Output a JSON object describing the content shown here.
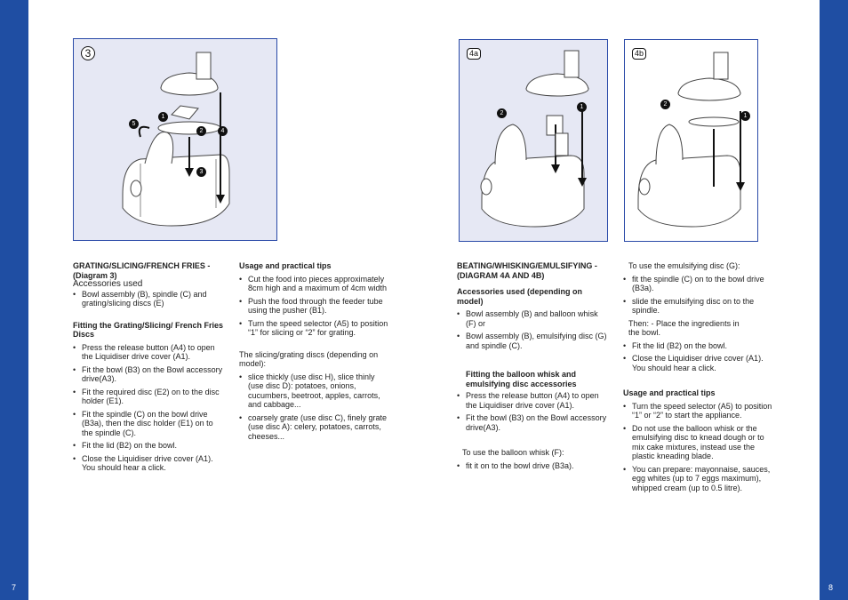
{
  "page_numbers": {
    "left": "7",
    "right": "8"
  },
  "diagrams": {
    "d3": {
      "label": "3",
      "steps": [
        "1",
        "2",
        "3",
        "4",
        "5"
      ]
    },
    "d4a": {
      "label": "4a",
      "steps": [
        "1",
        "2"
      ]
    },
    "d4b": {
      "label": "4b",
      "steps": [
        "1",
        "2"
      ]
    }
  },
  "col1": {
    "title": "GRATING/SLICING/FRENCH FRIES - (Diagram 3)",
    "acc_label": "Accessories used",
    "acc_items": [
      "Bowl assembly (B), spindle (C) and grating/slicing discs (E)"
    ],
    "fit_title": "Fitting the Grating/Slicing/ French Fries Discs",
    "fit_items": [
      "Press the release button (A4) to open the Liquidiser drive cover (A1).",
      "Fit the bowl (B3) on the Bowl accessory drive(A3).",
      "Fit the required disc (E2) on to the disc holder (E1).",
      "Fit the spindle (C) on the bowl drive (B3a), then the disc holder (E1) on to the spindle (C).",
      "Fit the lid (B2) on the bowl.",
      "Close the Liquidiser drive cover (A1). You should hear a click."
    ]
  },
  "col2": {
    "title": "Usage and practical tips",
    "items": [
      "Cut the food into pieces approximately 8cm high and a maximum of 4cm width",
      "Push the food through the feeder tube using the pusher (B1).",
      "Turn the speed selector (A5) to position “1” for slicing or “2” for grating."
    ],
    "discs_intro": "The slicing/grating discs (depending on model):",
    "discs_items": [
      "slice thickly (use disc H), slice thinly (use disc D): potatoes, onions, cucumbers, beetroot, apples, carrots, and cabbage...",
      "coarsely grate (use disc C), finely grate (use disc A): celery, potatoes, carrots, cheeses..."
    ]
  },
  "col3": {
    "title": "BEATING/WHISKING/EMULSIFYING - (DIAGRAM 4A AND 4B)",
    "acc_title": "Accessories used (depending on model)",
    "acc_items": [
      "Bowl assembly (B) and balloon whisk (F) or",
      "Bowl assembly (B), emulsifying disc (G) and spindle (C)."
    ],
    "fit_title": "Fitting the balloon whisk and emulsifying disc accessories",
    "fit_items": [
      "Press the release button (A4) to open the Liquidiser drive cover (A1).",
      "Fit the bowl (B3) on the Bowl accessory drive(A3)."
    ],
    "whisk_intro": "To use the balloon whisk (F):",
    "whisk_items": [
      "fit it on to the bowl drive (B3a)."
    ]
  },
  "col4": {
    "intro": "To use the emulsifying disc (G):",
    "items_a": [
      "fit the spindle (C) on to the bowl drive (B3a).",
      "slide the emulsifying disc on to the spindle."
    ],
    "then_text": "Then: - Place the ingredients in the bowl.",
    "items_b": [
      "Fit the lid (B2) on the bowl.",
      "Close the Liquidiser drive cover (A1). You should hear a click."
    ],
    "tips_title": "Usage and practical tips",
    "tips_items": [
      "Turn the speed selector (A5) to position “1” or “2” to start the appliance.",
      "Do not use the balloon whisk or the emulsifying disc to knead dough or to mix cake mixtures, instead use the plastic kneading blade.",
      "You can prepare: mayonnaise, sauces, egg whites (up to 7 eggs maximum), whipped cream (up to 0.5 litre)."
    ]
  }
}
